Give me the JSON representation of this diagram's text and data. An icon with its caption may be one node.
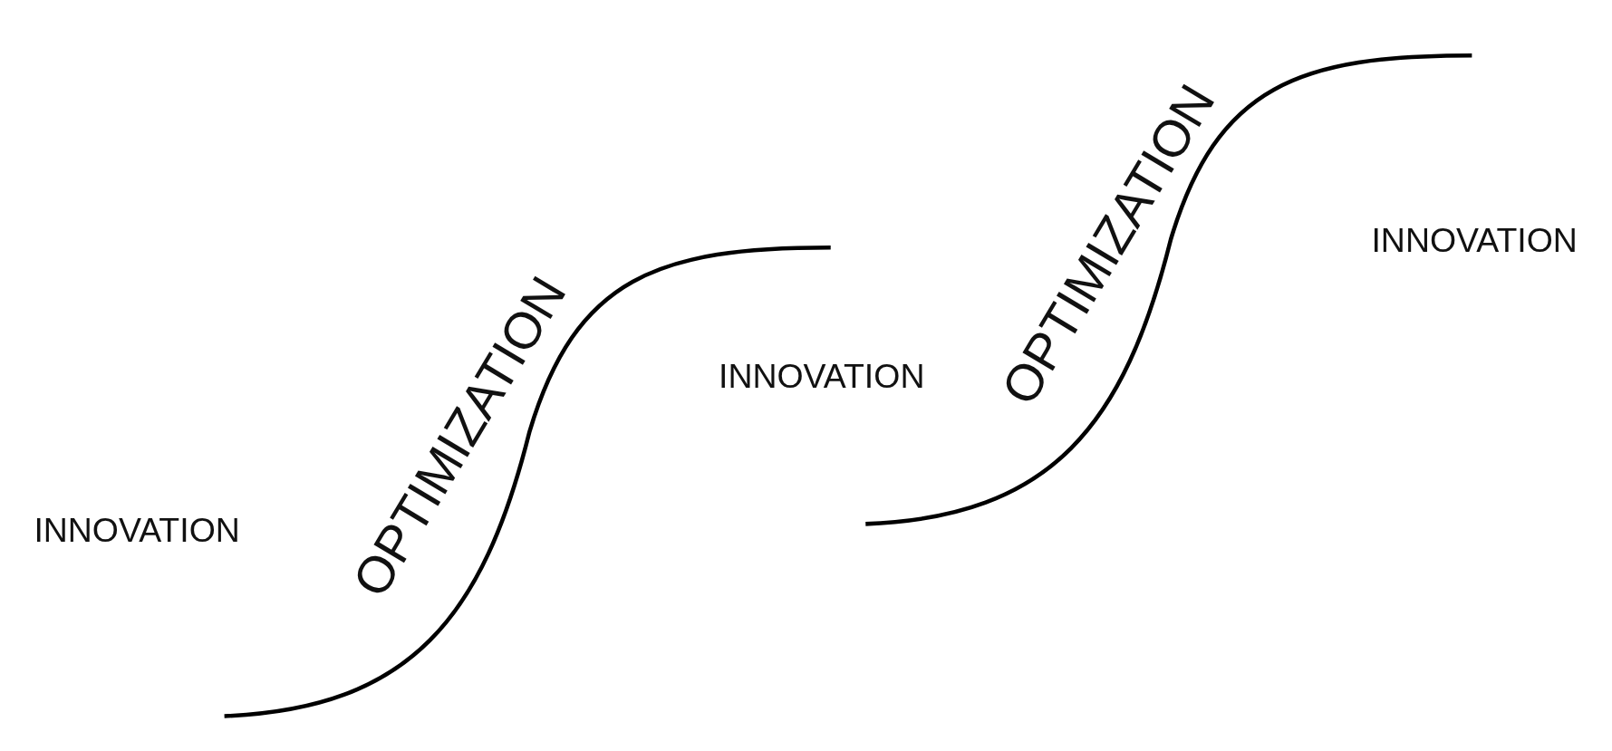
{
  "diagram": {
    "labels": [
      "INNOVATION",
      "OPTIMIZATION",
      "INNOVATION",
      "OPTIMIZATION",
      "INNOVATION"
    ]
  }
}
